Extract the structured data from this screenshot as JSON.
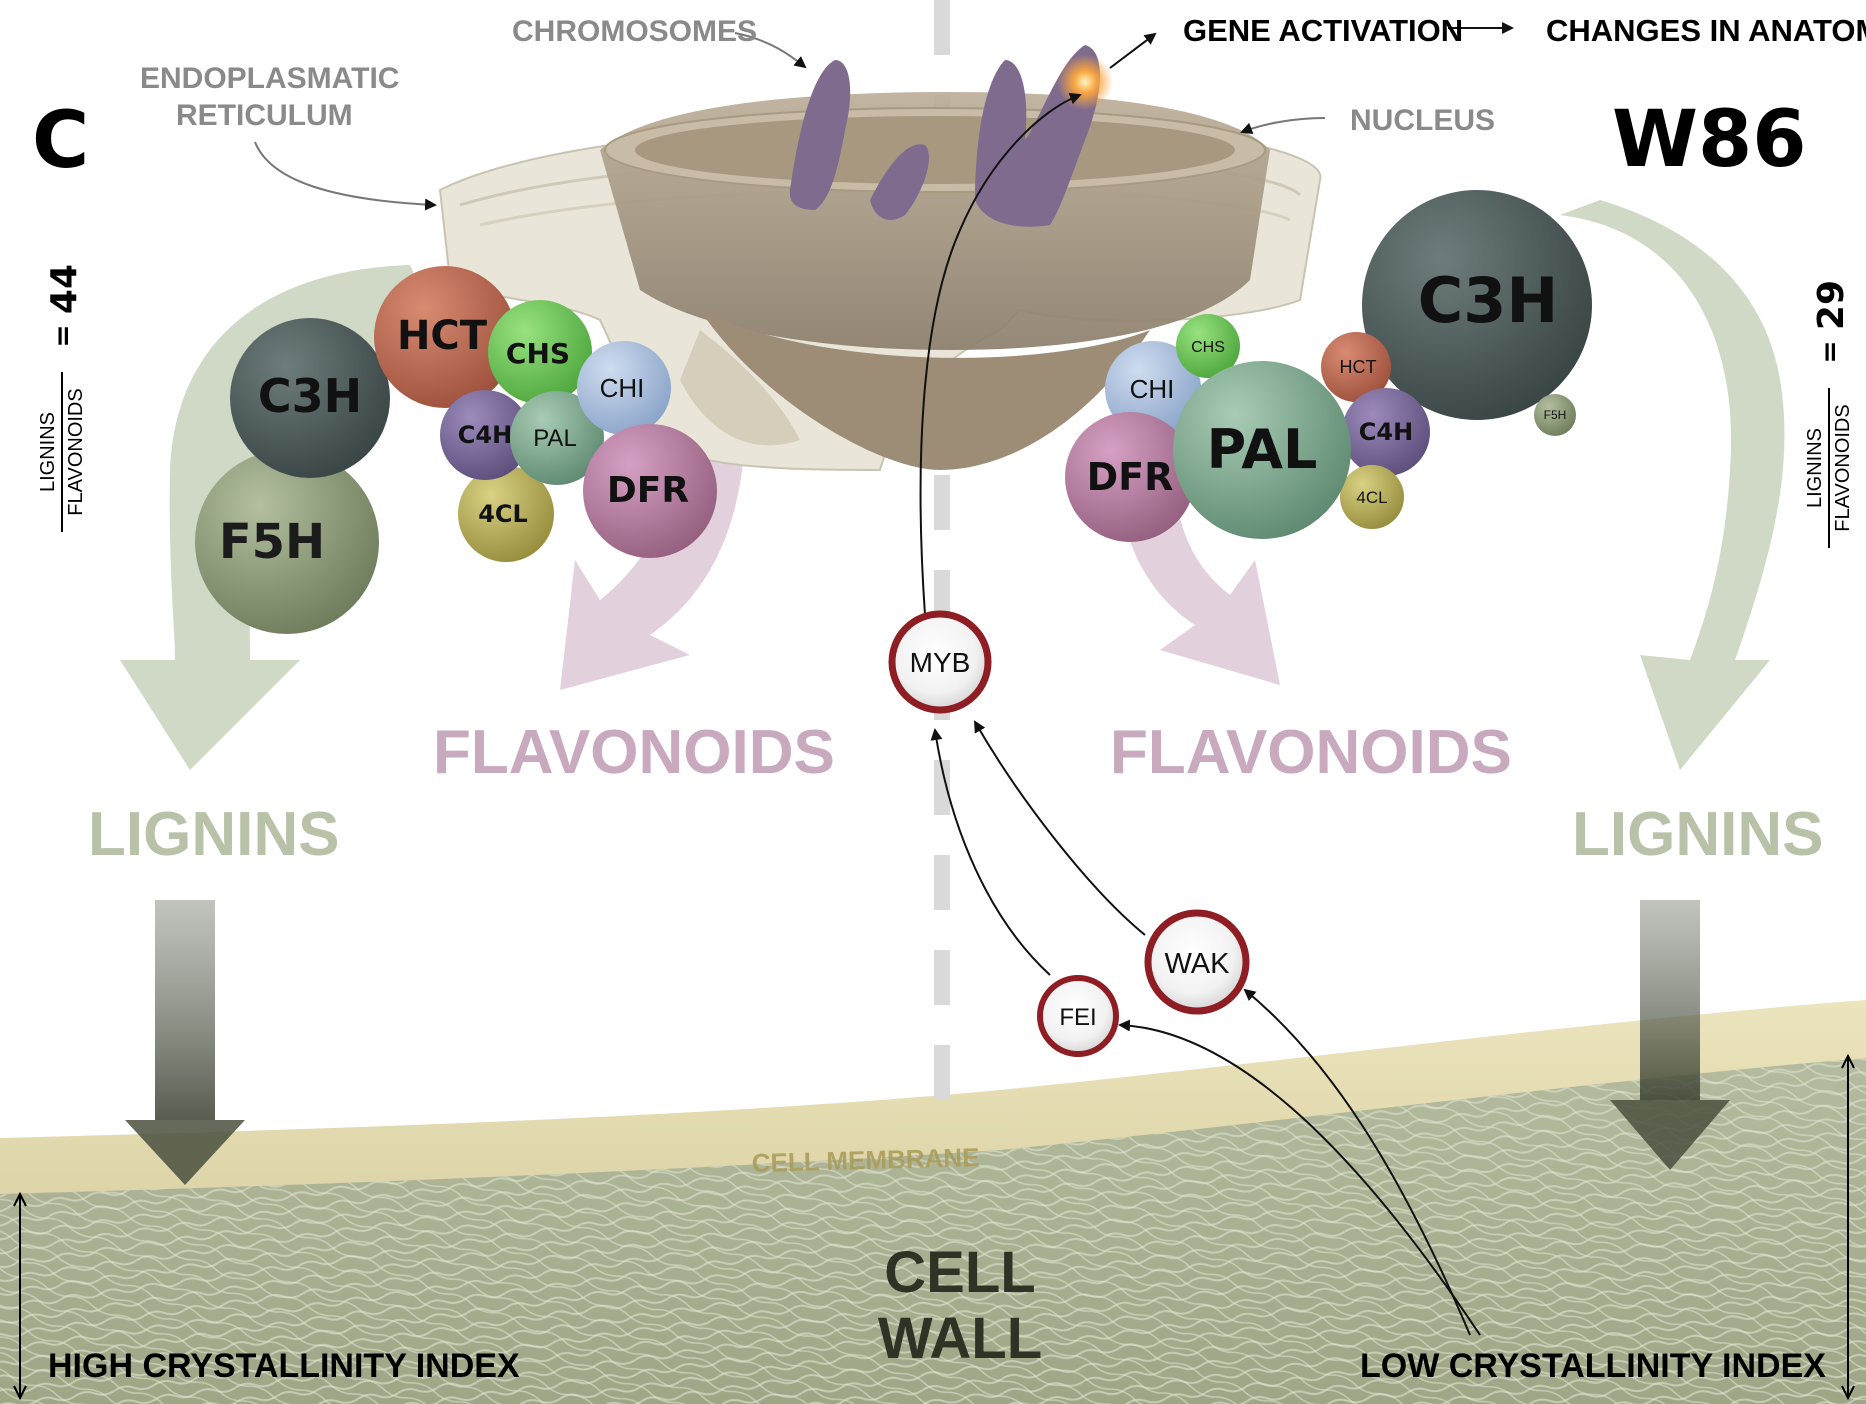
{
  "panel_letter": "C",
  "condition": "W86",
  "organelles": {
    "chromosomes": "CHROMOSOMES",
    "er_line1": "ENDOPLASMATIC",
    "er_line2": "RETICULUM",
    "nucleus": "NUCLEUS"
  },
  "top_flow": {
    "gene_activation": "GENE ACTIVATION",
    "changes_anatomy": "CHANGES IN ANATOMY"
  },
  "left": {
    "enzymes": {
      "c3h": "C3H",
      "hct": "HCT",
      "chs": "CHS",
      "chi": "CHI",
      "c4h": "C4H",
      "pal": "PAL",
      "dfr": "DFR",
      "fourcl": "4CL",
      "f5h": "F5H"
    },
    "ratio_value": "44",
    "ratio_numerator": "LIGNINS",
    "ratio_denominator": "FLAVONOIDS",
    "lignins": "LIGNINS",
    "flavonoids": "FLAVONOIDS",
    "crystallinity": "HIGH CRYSTALLINITY INDEX"
  },
  "right": {
    "enzymes": {
      "c3h": "C3H",
      "hct": "HCT",
      "chs": "CHS",
      "chi": "CHI",
      "c4h": "C4H",
      "pal": "PAL",
      "dfr": "DFR",
      "fourcl": "4CL",
      "f5h": "F5H"
    },
    "ratio_value": "29",
    "ratio_numerator": "LIGNINS",
    "ratio_denominator": "FLAVONOIDS",
    "lignins": "LIGNINS",
    "flavonoids": "FLAVONOIDS",
    "crystallinity": "LOW CRYSTALLINITY INDEX"
  },
  "signaling": {
    "myb": "MYB",
    "wak": "WAK",
    "fei": "FEI"
  },
  "membrane": "CELL MEMBRANE",
  "wall_line1": "CELL",
  "wall_line2": "WALL",
  "colors": {
    "c3h": "#4a5757",
    "hct": "#b8674f",
    "chs": "#6fc55a",
    "chi": "#a8bede",
    "c4h": "#7b6a9a",
    "pal": "#7fa58e",
    "dfr": "#b47ba1",
    "fourcl": "#b9b057",
    "f5h": "#8f9d7c",
    "lignin_arrow": "#c8d1bc",
    "flavonoid_arrow": "#ddc9d6",
    "membrane": "#d8cf9f",
    "wall": "#a9b093",
    "signal_ring": "#8f1d24"
  }
}
